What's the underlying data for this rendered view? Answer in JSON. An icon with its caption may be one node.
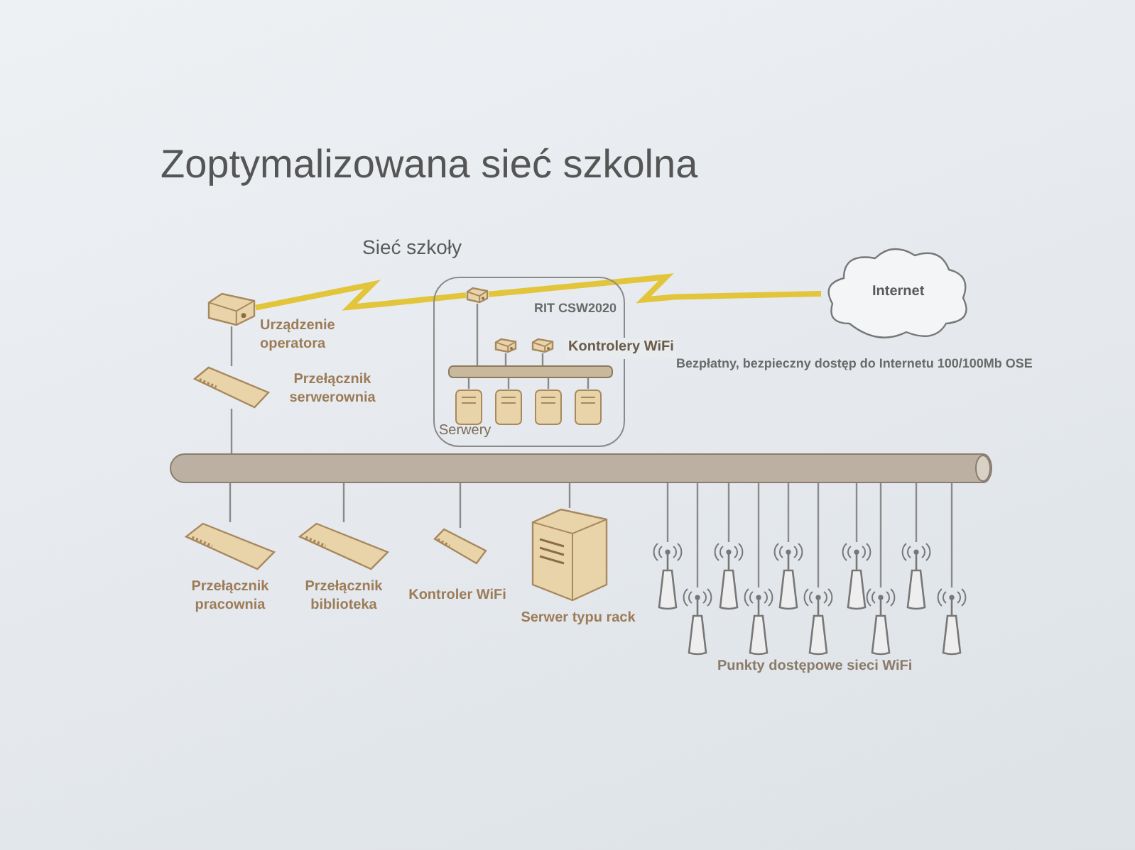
{
  "diagram": {
    "title": "Zoptymalizowana sieć szkolna",
    "nodes": [
      {
        "text": [],
        "shape": "picture",
        "beside": [
          "Urządzenie operatora"
        ]
      },
      {
        "text": [],
        "shape": "picture",
        "beside": [
          "Przełącznik serwerownia"
        ]
      },
      {
        "text": [
          "RIT CSW2020"
        ]
      },
      {
        "text": [],
        "shape": "picture",
        "in": 2
      },
      {
        "text": [],
        "shape": "bar",
        "in": 2
      },
      {
        "text": [],
        "shape": "picture",
        "in": 2
      },
      {
        "text": [],
        "shape": "picture",
        "in": 2
      },
      {
        "text": [],
        "shape": "picture",
        "in": 2
      },
      {
        "text": [],
        "shape": "picture",
        "in": 2
      },
      {
        "text": [],
        "shape": "picture",
        "in": 2
      },
      {
        "text": [],
        "shape": "picture",
        "in": 2
      },
      {
        "text": [
          "Internet"
        ]
      },
      {
        "text": [],
        "shape": "cylinder"
      },
      {
        "text": [],
        "shape": "picture",
        "beside": [
          "Przełącznik pracownia"
        ]
      },
      {
        "text": [],
        "shape": "picture",
        "beside": [
          "Przełącznik biblioteka"
        ]
      },
      {
        "text": [],
        "shape": "picture",
        "beside": [
          "Kontroler WiFi"
        ]
      },
      {
        "text": [],
        "shape": "picture",
        "beside": [
          "Serwer typu rack"
        ]
      },
      {
        "text": [],
        "shape": "picture"
      },
      {
        "text": [],
        "shape": "picture"
      },
      {
        "text": [],
        "shape": "picture"
      },
      {
        "text": [],
        "shape": "picture"
      },
      {
        "text": [],
        "shape": "picture"
      },
      {
        "text": [],
        "shape": "picture"
      },
      {
        "text": [],
        "shape": "picture"
      },
      {
        "text": [],
        "shape": "picture"
      },
      {
        "text": [],
        "shape": "picture"
      },
      {
        "text": [],
        "shape": "picture"
      }
    ],
    "edges": [
      {
        "from": 0,
        "to": 3,
        "arrow": "none",
        "style": "thick",
        "color": "#e2c53a"
      },
      {
        "from": 3,
        "to": 11,
        "arrow": "none",
        "style": "thick",
        "color": "#e2c53a"
      },
      {
        "from": 0,
        "to": 1,
        "arrow": "none"
      },
      {
        "from": 1,
        "to": 12,
        "arrow": "none"
      },
      {
        "from": 3,
        "to": 4,
        "arrow": "none"
      },
      {
        "from": 5,
        "to": 4,
        "arrow": "none"
      },
      {
        "from": 6,
        "to": 4,
        "arrow": "none"
      },
      {
        "from": 4,
        "to": 7,
        "arrow": "none"
      },
      {
        "from": 4,
        "to": 8,
        "arrow": "none"
      },
      {
        "from": 4,
        "to": 9,
        "arrow": "none"
      },
      {
        "from": 4,
        "to": 10,
        "arrow": "none"
      },
      {
        "from": 12,
        "to": 13,
        "arrow": "none"
      },
      {
        "from": 12,
        "to": 14,
        "arrow": "none"
      },
      {
        "from": 12,
        "to": 15,
        "arrow": "none"
      },
      {
        "from": 12,
        "to": 16,
        "arrow": "none"
      },
      {
        "from": 12,
        "to": 17,
        "arrow": "none"
      },
      {
        "from": 12,
        "to": 18,
        "arrow": "none"
      },
      {
        "from": 12,
        "to": 19,
        "arrow": "none"
      },
      {
        "from": 12,
        "to": 20,
        "arrow": "none"
      },
      {
        "from": 12,
        "to": 21,
        "arrow": "none"
      },
      {
        "from": 12,
        "to": 22,
        "arrow": "none"
      },
      {
        "from": 12,
        "to": 23,
        "arrow": "none"
      },
      {
        "from": 12,
        "to": 24,
        "arrow": "none"
      },
      {
        "from": 12,
        "to": 25,
        "arrow": "none"
      },
      {
        "from": 12,
        "to": 26,
        "arrow": "none"
      }
    ],
    "labels": [
      "Sieć szkoły",
      "Kontrolery WiFi",
      "Serwery",
      "Bezpłatny, bezpieczny dostęp do Internetu 100/100Mb OSE",
      "Punkty dostępowe sieci WiFi"
    ]
  }
}
